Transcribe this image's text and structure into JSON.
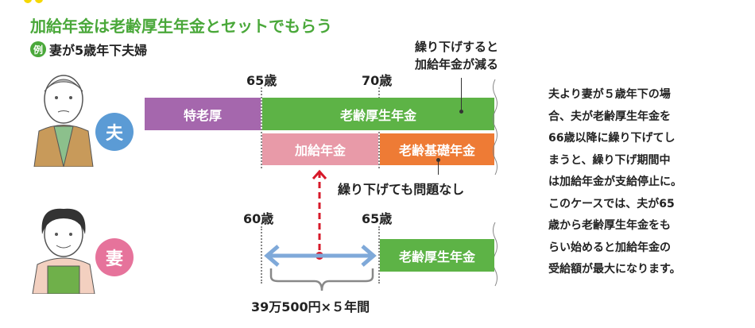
{
  "title": "加給年金は老齢厚生年金とセットでもらう",
  "example": {
    "badge": "例",
    "text": "妻が5歳年下夫婦"
  },
  "husband": {
    "label": "夫",
    "ages": [
      "65歳",
      "70歳"
    ],
    "bars": {
      "special": "特老厚",
      "employee_pension": "老齢厚生年金",
      "spousal_addition": "加給年金",
      "basic_pension": "老齢基礎年金"
    },
    "note_defer": [
      "繰り下げすると",
      "加給年金が減る"
    ],
    "note_ok": "繰り下げても問題なし"
  },
  "wife": {
    "label": "妻",
    "ages": [
      "60歳",
      "65歳"
    ],
    "bar": "老齢厚生年金",
    "amount": "39万500円×５年間"
  },
  "explanation": [
    "夫より妻が５歳年下の場",
    "合、夫が老齢厚生年金を",
    "66歳以降に繰り下げてし",
    "まうと、繰り下げ期間中",
    "は加給年金が支給停止に。",
    "このケースでは、夫が65",
    "歳から老齢厚生年金をも",
    "らい始めると加給年金の",
    "受給額が最大になります。"
  ],
  "colors": {
    "green": "#5db346",
    "purple": "#a567ad",
    "pink": "#e89aa8",
    "orange": "#ee7b35",
    "blue": "#5b9bd5",
    "wife_pink": "#e6739b",
    "red": "#d7192a"
  }
}
